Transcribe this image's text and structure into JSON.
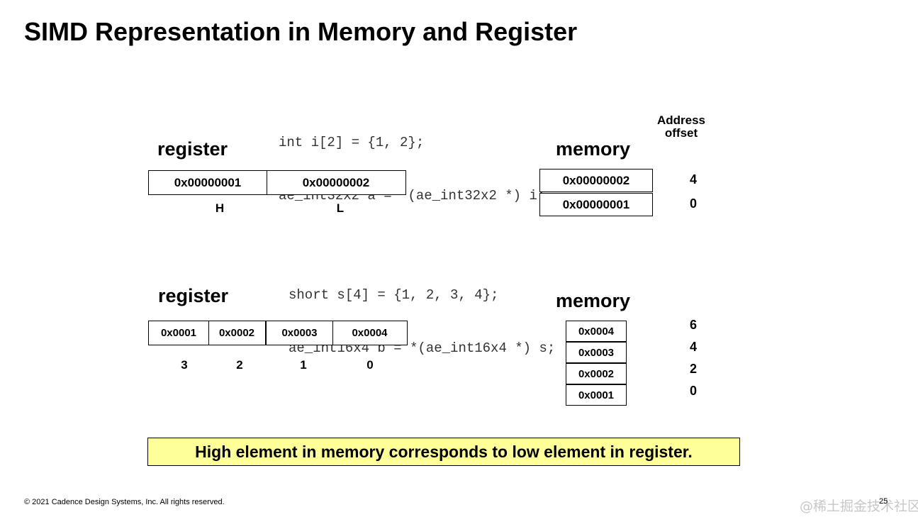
{
  "title": "SIMD Representation in Memory and Register",
  "section1": {
    "code_line1": "int i[2] = {1, 2};",
    "code_line2": "ae_int32x2 a = *(ae_int32x2 *) i;",
    "register_label": "register",
    "memory_label": "memory",
    "address_offset_line1": "Address",
    "address_offset_line2": "offset",
    "register_cells": [
      "0x00000001",
      "0x00000002"
    ],
    "register_lane_labels": [
      "H",
      "L"
    ],
    "memory_cells": [
      "0x00000002",
      "0x00000001"
    ],
    "memory_offsets": [
      "4",
      "0"
    ]
  },
  "section2": {
    "code_line1": "short s[4] = {1, 2, 3, 4};",
    "code_line2": "ae_int16x4 b = *(ae_int16x4 *) s;",
    "register_label": "register",
    "memory_label": "memory",
    "register_cells": [
      "0x0001",
      "0x0002",
      "0x0003",
      "0x0004"
    ],
    "register_lane_labels": [
      "3",
      "2",
      "1",
      "0"
    ],
    "memory_cells": [
      "0x0004",
      "0x0003",
      "0x0002",
      "0x0001"
    ],
    "memory_offsets": [
      "6",
      "4",
      "2",
      "0"
    ]
  },
  "note": "High element in memory corresponds to low element in register.",
  "footer": "© 2021 Cadence Design Systems, Inc. All rights reserved.",
  "page_number": "25",
  "watermark": "@稀土掘金技术社区"
}
